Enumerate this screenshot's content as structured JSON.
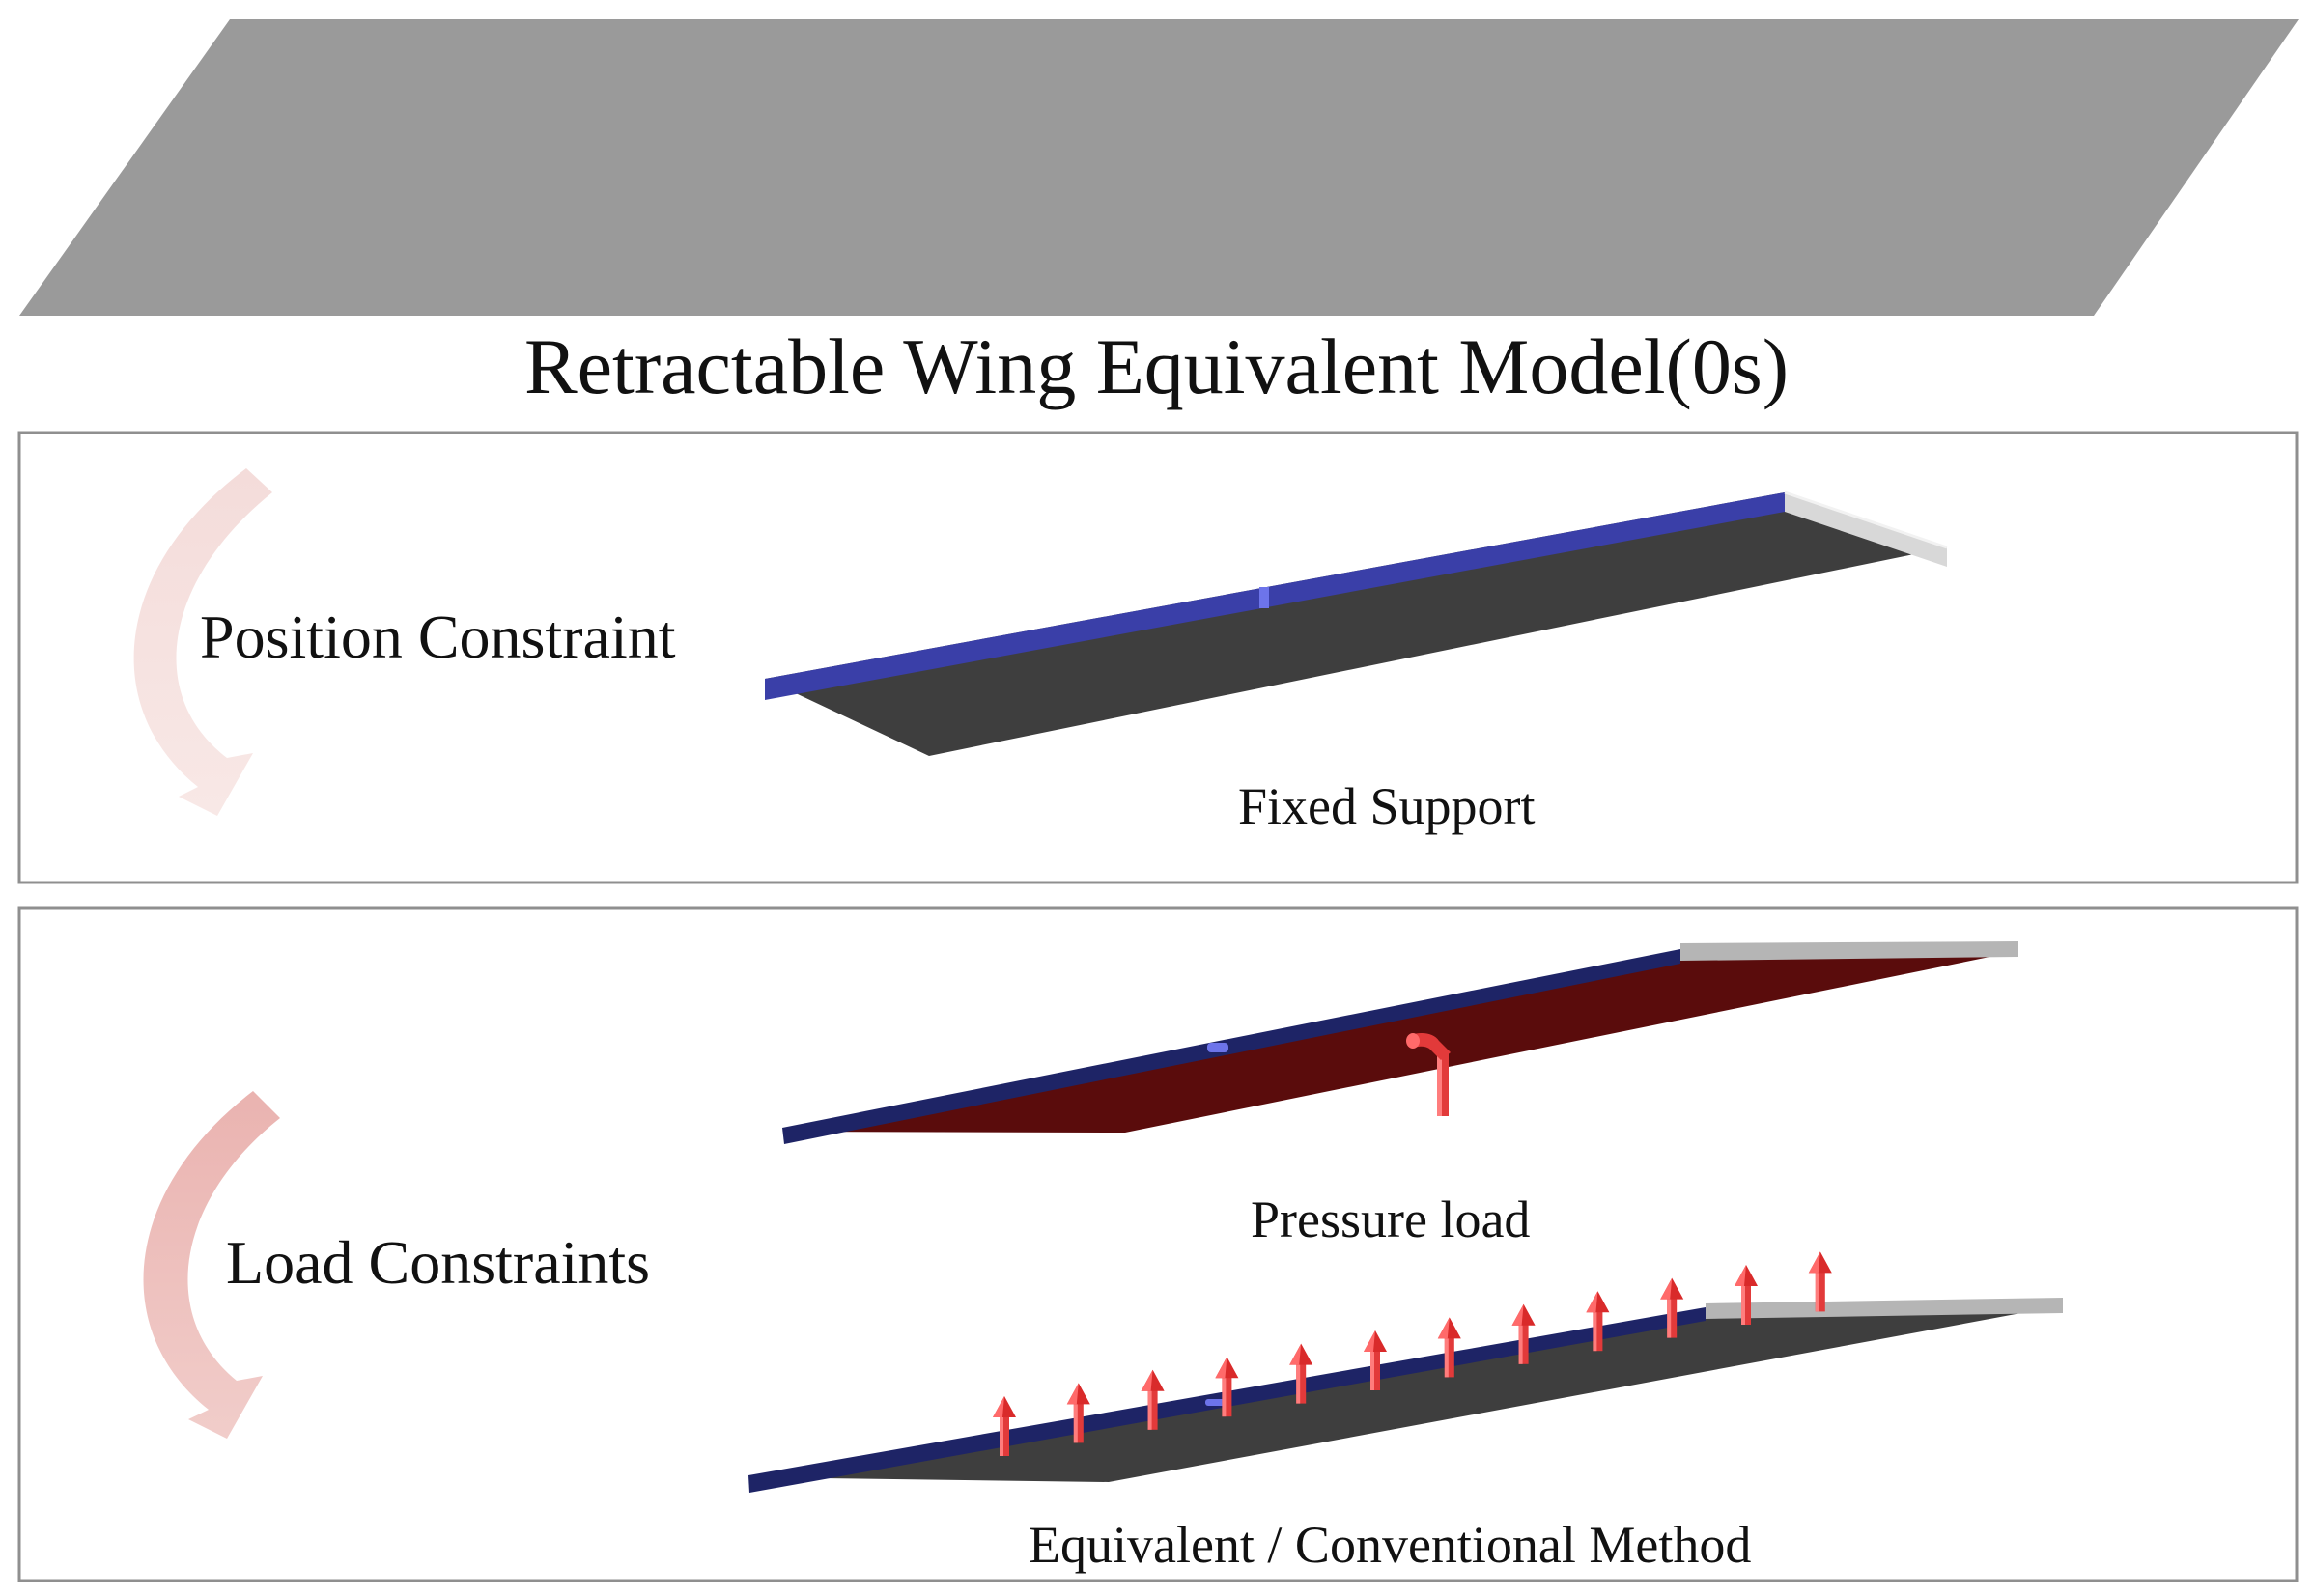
{
  "title": "Retractable Wing Equivalent Model(0s)",
  "panels": {
    "position": {
      "label": "Position Constraint",
      "sub_label": "Fixed Support"
    },
    "load": {
      "label": "Load Constraints",
      "pressure_label": "Pressure load",
      "method_label": "Equivalent / Conventional Method"
    }
  },
  "colors": {
    "wing_top": "#9a9a9a",
    "plate_dark": "#3e3e3e",
    "edge_blue": "#3a3fa8",
    "edge_navy": "#1e2466",
    "pressure_red": "#5a0c0c",
    "arrow_red": "#e23a3a",
    "curve_arrow_light": "#f2d3d0",
    "curve_arrow_dark": "#e9b0ad",
    "panel_border": "#8f8f8f"
  }
}
